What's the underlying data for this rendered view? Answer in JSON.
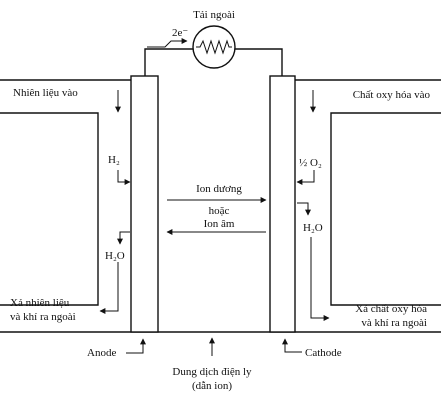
{
  "load": {
    "label": "Tải ngoài",
    "electron_label": "2e⁻"
  },
  "inputs": {
    "fuel_in": "Nhiên liệu vào",
    "oxidant_in": "Chất oxy hóa vào"
  },
  "species": {
    "h2": "H₂",
    "h2o_left": "H₂O",
    "half_o2": "½ O₂",
    "h2o_right": "H₂O"
  },
  "ions": {
    "positive": "Ion dương",
    "or": "hoặc",
    "negative": "Ion âm"
  },
  "exhaust": {
    "left_line1": "Xả nhiên liệu",
    "left_line2": "và khí ra ngoài",
    "right_line1": "Xả chất oxy hóa",
    "right_line2": "và khí ra ngoài"
  },
  "electrodes": {
    "anode": "Anode",
    "cathode": "Cathode"
  },
  "electrolyte": {
    "line1": "Dung dịch điện ly",
    "line2": "(dẫn ion)"
  }
}
